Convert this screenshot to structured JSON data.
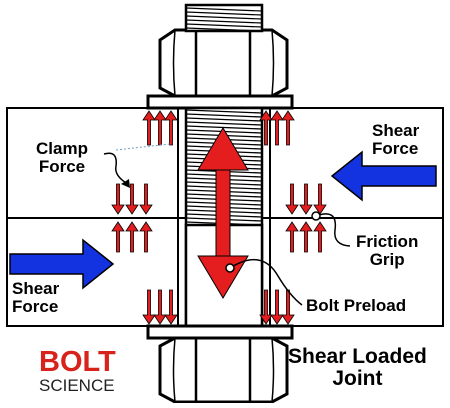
{
  "labels": {
    "clamp_force": [
      "Clamp",
      "Force"
    ],
    "shear_force_right": [
      "Shear",
      "Force"
    ],
    "shear_force_left": [
      "Shear",
      "Force"
    ],
    "friction_grip": [
      "Friction",
      "Grip"
    ],
    "bolt_preload": "Bolt Preload",
    "caption": [
      "Shear Loaded",
      "Joint"
    ]
  },
  "logo": {
    "line1": "BOLT",
    "line2": "SCIENCE"
  },
  "colors": {
    "force_arrow": "#e41e1e",
    "shear_arrow": "#1433e0",
    "outline": "#000000",
    "logo_red": "#d7231b"
  }
}
